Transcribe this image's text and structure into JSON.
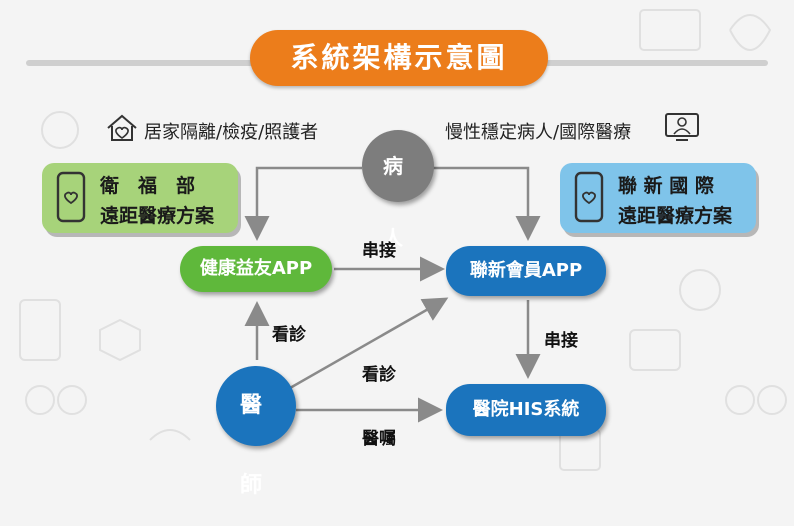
{
  "title": "系統架構示意圖",
  "left_note": "居家隔離/檢疫/照護者",
  "right_note": "慢性穩定病人/國際醫療",
  "patient": "病 人",
  "doctor": "醫 師",
  "left_card": {
    "line1": "衛　福　部",
    "line2": "遠距醫療方案"
  },
  "right_card": {
    "line1": "聯 新 國 際",
    "line2": "遠距醫療方案"
  },
  "app_health": "健康益友APP",
  "app_member": "聯新會員APP",
  "his": "醫院HIS系統",
  "labels": {
    "connect_top": "串接",
    "connect_right": "串接",
    "consult_left": "看診",
    "consult_middle": "看診",
    "order": "醫囑"
  },
  "colors": {
    "orange": "#ec7d1b",
    "green": "#5fb83b",
    "blue": "#1b74bd",
    "gray": "#7d7d7d",
    "light_green": "#a7d37a",
    "light_blue": "#7fc4ea"
  }
}
